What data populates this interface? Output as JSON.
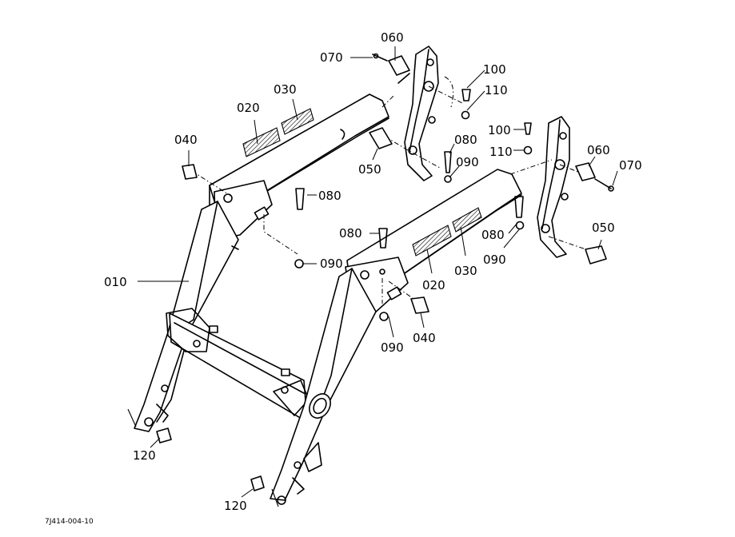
{
  "drawing_code": "7J414-004-10",
  "callouts": {
    "p010": "010",
    "p020_left": "020",
    "p030_left": "030",
    "p040_left": "040",
    "p050_top": "050",
    "p060_top": "060",
    "p070_top": "070",
    "p080_top": "080",
    "p090_top": "090",
    "p100_top": "100",
    "p110_top": "110",
    "p080_left": "080",
    "p090_left": "090",
    "p080_mid": "080",
    "p090_mid": "090",
    "p040_mid": "040",
    "p020_right": "020",
    "p030_right": "030",
    "p100_right": "100",
    "p110_right": "110",
    "p060_right": "060",
    "p070_right": "070",
    "p050_right": "050",
    "p080_right": "080",
    "p090_right": "090",
    "p120_left": "120",
    "p120_bottom": "120"
  }
}
